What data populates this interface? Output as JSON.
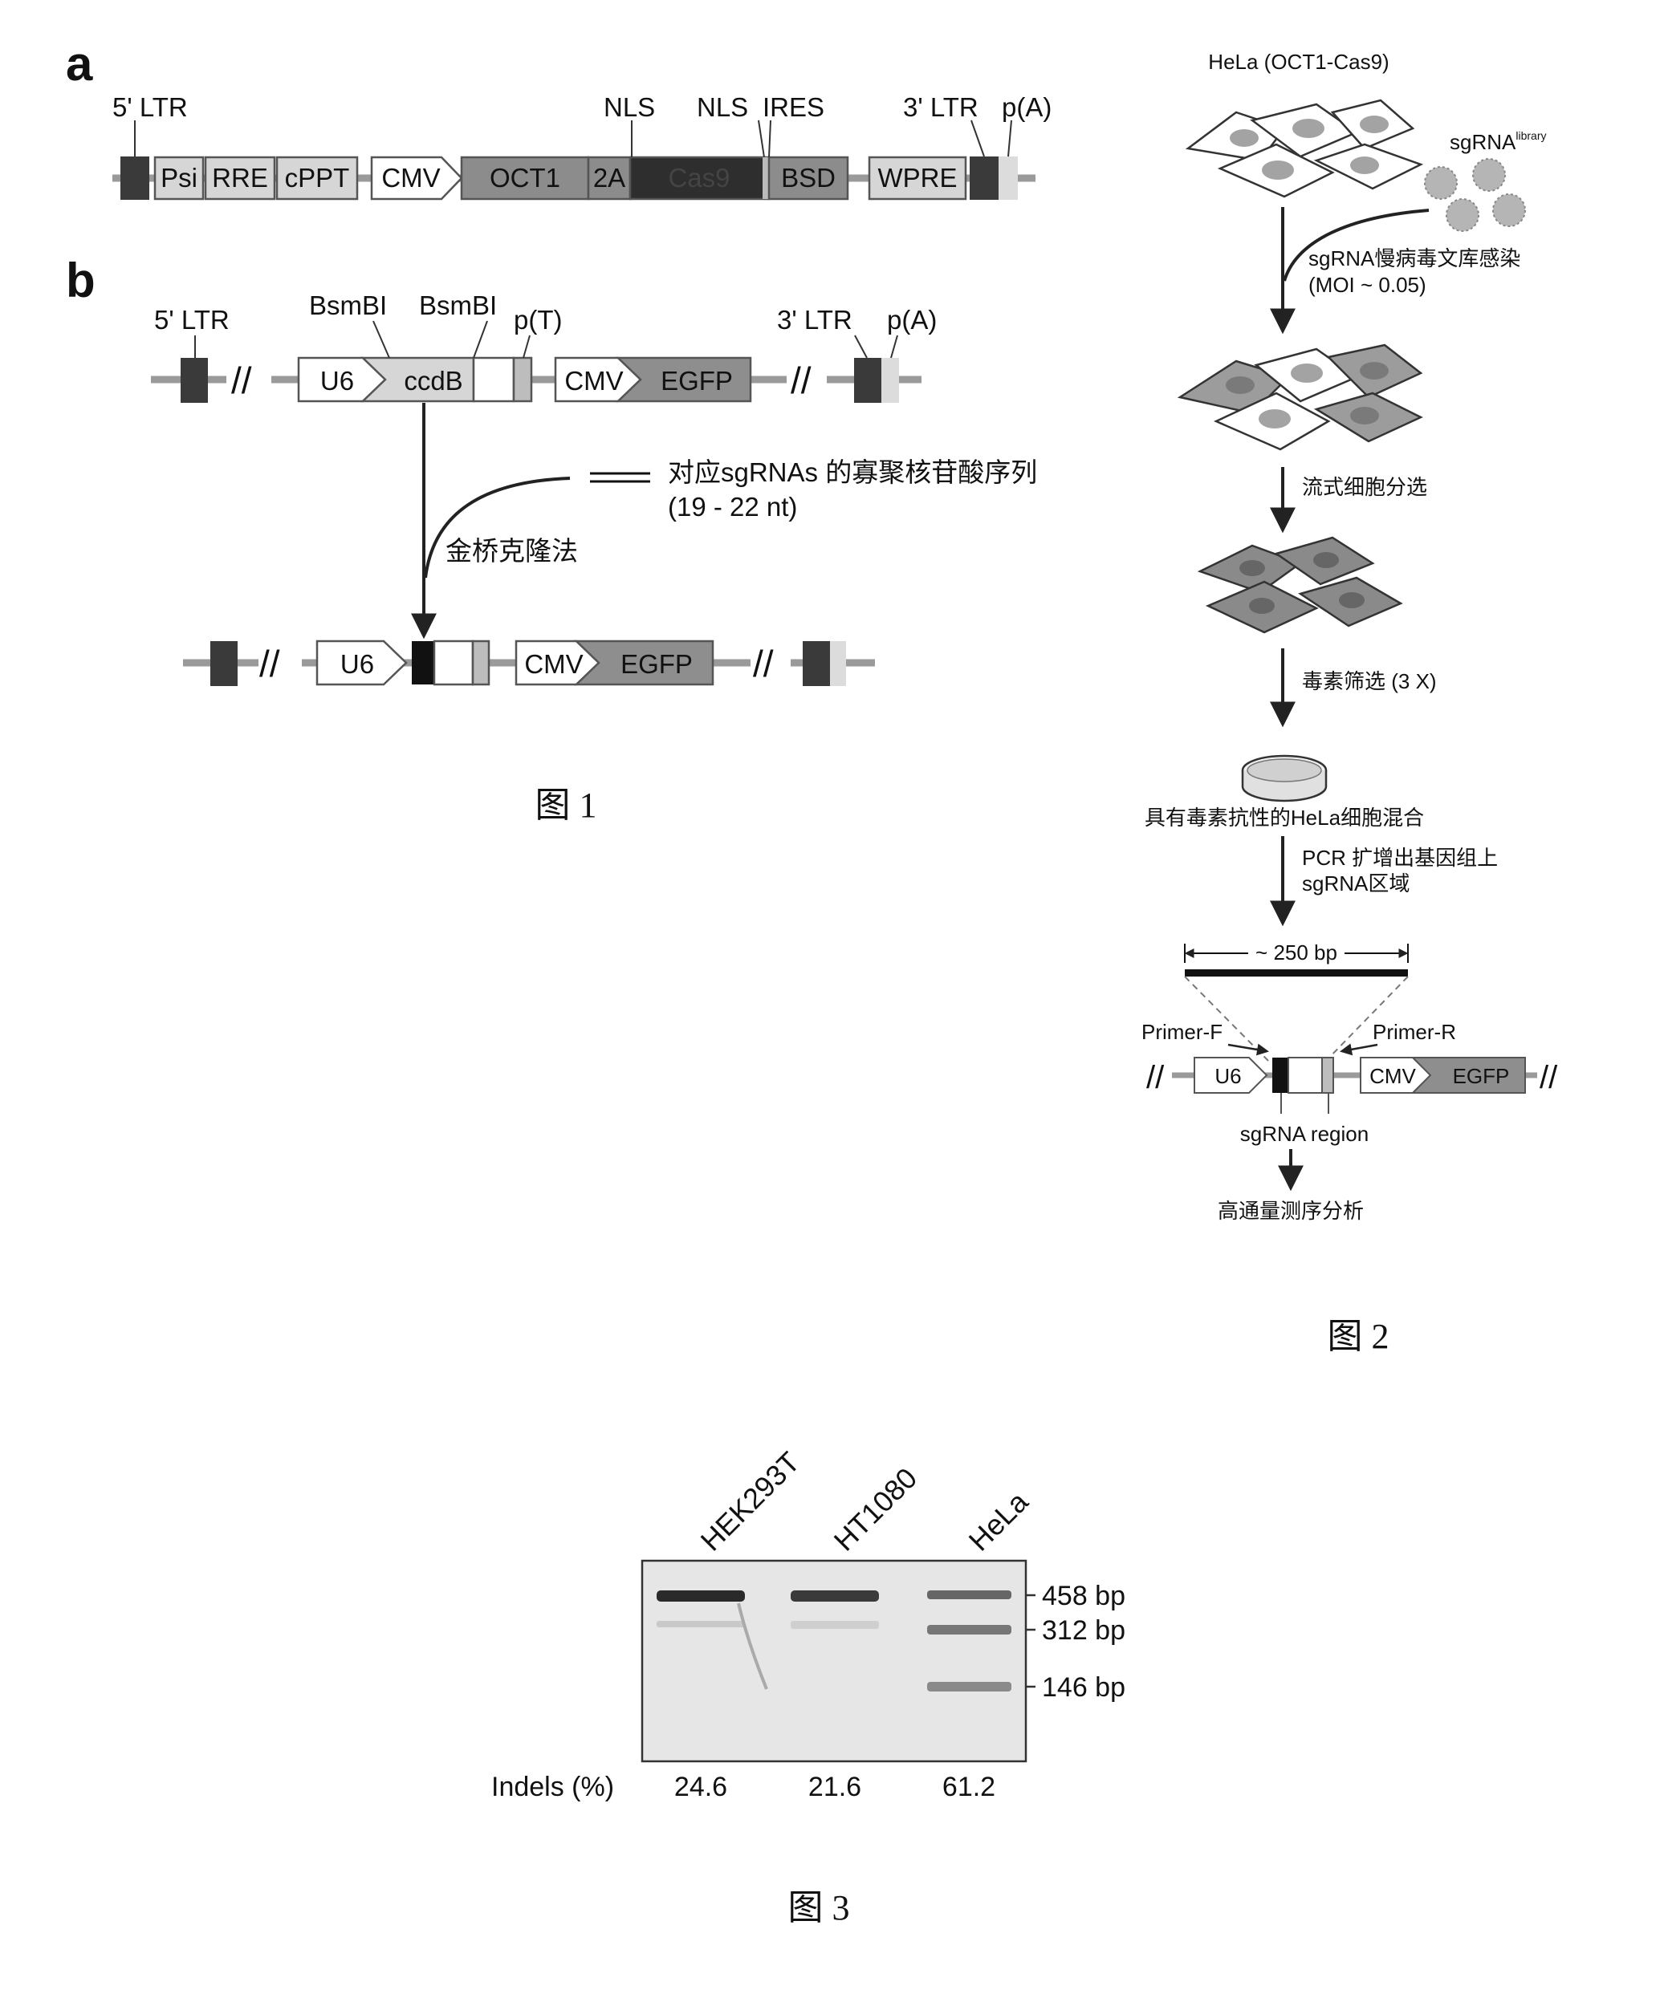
{
  "colors": {
    "ltr": "#3a3a3a",
    "light_box": "#d6d6d6",
    "oct1": "#8c8c8c",
    "cas9": "#2e2e2e",
    "egfp": "#8e8e8e",
    "polyA": "#dcdcdc",
    "gel_bg": "#e6e6e6",
    "band": "#2a2a2a",
    "cell": "#a3a3a3"
  },
  "figure1": {
    "caption": "图 1",
    "panel_a": {
      "panel_label": "a",
      "labels": {
        "ltr5": "5' LTR",
        "nls1": "NLS",
        "nls2": "NLS",
        "ires": "IRES",
        "ltr3": "3' LTR",
        "pa": "p(A)"
      },
      "elements": {
        "psi": "Psi",
        "rre": "RRE",
        "cppt": "cPPT",
        "cmv": "CMV",
        "oct1": "OCT1",
        "t2a": "2A",
        "cas9": "Cas9",
        "bsd": "BSD",
        "wpre": "WPRE"
      }
    },
    "panel_b": {
      "panel_label": "b",
      "labels": {
        "ltr5": "5' LTR",
        "bsmbi1": "BsmBI",
        "bsmbi2": "BsmBI",
        "pt": "p(T)",
        "ltr3": "3' LTR",
        "pa": "p(A)"
      },
      "elements": {
        "u6": "U6",
        "ccdb": "ccdB",
        "cmv": "CMV",
        "egfp": "EGFP",
        "u6_after": "U6",
        "cmv_after": "CMV",
        "egfp_after": "EGFP"
      },
      "oligo_label": "对应sgRNAs 的寡聚核苷酸序列",
      "oligo_length": "(19 - 22 nt)",
      "method": "金桥克隆法"
    }
  },
  "figure2": {
    "caption": "图 2",
    "cell_line": "HeLa (OCT1-Cas9)",
    "library": "sgRNA",
    "library_sup": "library",
    "step1": "sgRNA慢病毒文库感染",
    "step1_moi": "(MOI ~ 0.05)",
    "step2": "流式细胞分选",
    "step3": "毒素筛选 (3 X)",
    "pool": "具有毒素抗性的HeLa细胞混合",
    "step4_line1": "PCR 扩增出基因组上",
    "step4_line2": "sgRNA区域",
    "amplicon": "~ 250 bp",
    "primer_f": "Primer-F",
    "primer_r": "Primer-R",
    "u6": "U6",
    "cmv": "CMV",
    "egfp": "EGFP",
    "sgrna_region": "sgRNA region",
    "final": "高通量测序分析"
  },
  "figure3": {
    "caption": "图 3",
    "lanes": [
      "HEK293T",
      "HT1080",
      "HeLa"
    ],
    "markers": [
      "458 bp",
      "312 bp",
      "146 bp"
    ],
    "indels_label": "Indels (%)",
    "indels": [
      "24.6",
      "21.6",
      "61.2"
    ]
  }
}
